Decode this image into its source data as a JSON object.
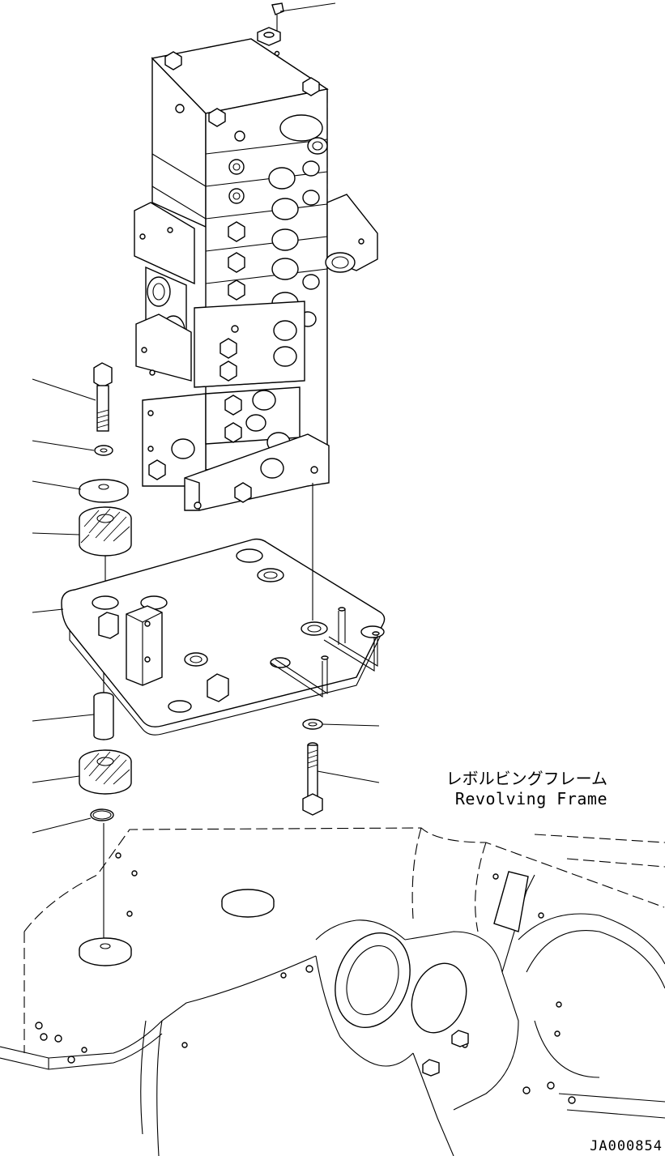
{
  "drawing": {
    "label_jp": "レボルビングフレーム",
    "label_en": "Revolving Frame",
    "drawing_id": "JA000854"
  },
  "parts": [
    {
      "name": "control-valve-assembly",
      "icon": "valve-block-icon"
    },
    {
      "name": "mounting-bolt",
      "icon": "bolt-icon"
    },
    {
      "name": "spring-washer",
      "icon": "washer-icon"
    },
    {
      "name": "plate-washer",
      "icon": "washer-icon"
    },
    {
      "name": "rubber-cushion",
      "icon": "cushion-icon"
    },
    {
      "name": "mounting-bracket-plate",
      "icon": "plate-icon"
    },
    {
      "name": "collar",
      "icon": "collar-icon"
    },
    {
      "name": "o-ring",
      "icon": "ring-icon"
    }
  ],
  "colors": {
    "line": "#000000",
    "background": "#ffffff"
  }
}
